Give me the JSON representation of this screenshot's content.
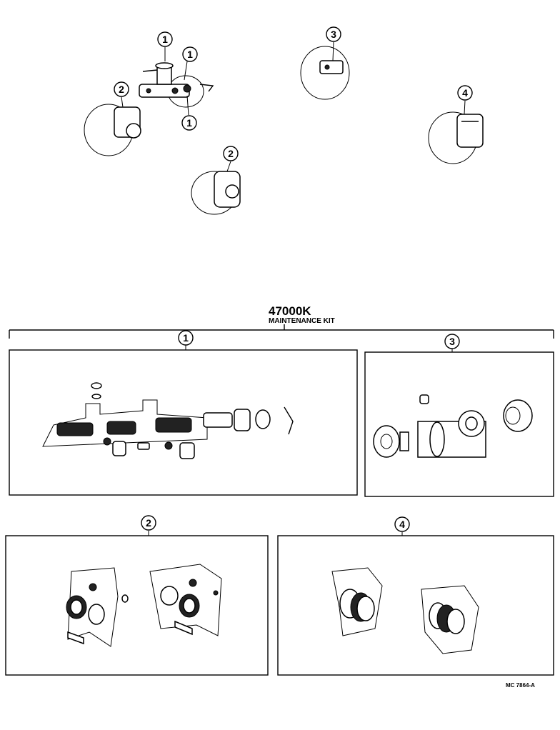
{
  "kit": {
    "code": "47000K",
    "name": "MAINTENANCE KIT"
  },
  "reference": "MC 7864-A",
  "callouts": {
    "top": [
      "1",
      "1",
      "1",
      "2",
      "2",
      "3",
      "4"
    ],
    "panels": [
      "1",
      "3",
      "2",
      "4"
    ]
  }
}
